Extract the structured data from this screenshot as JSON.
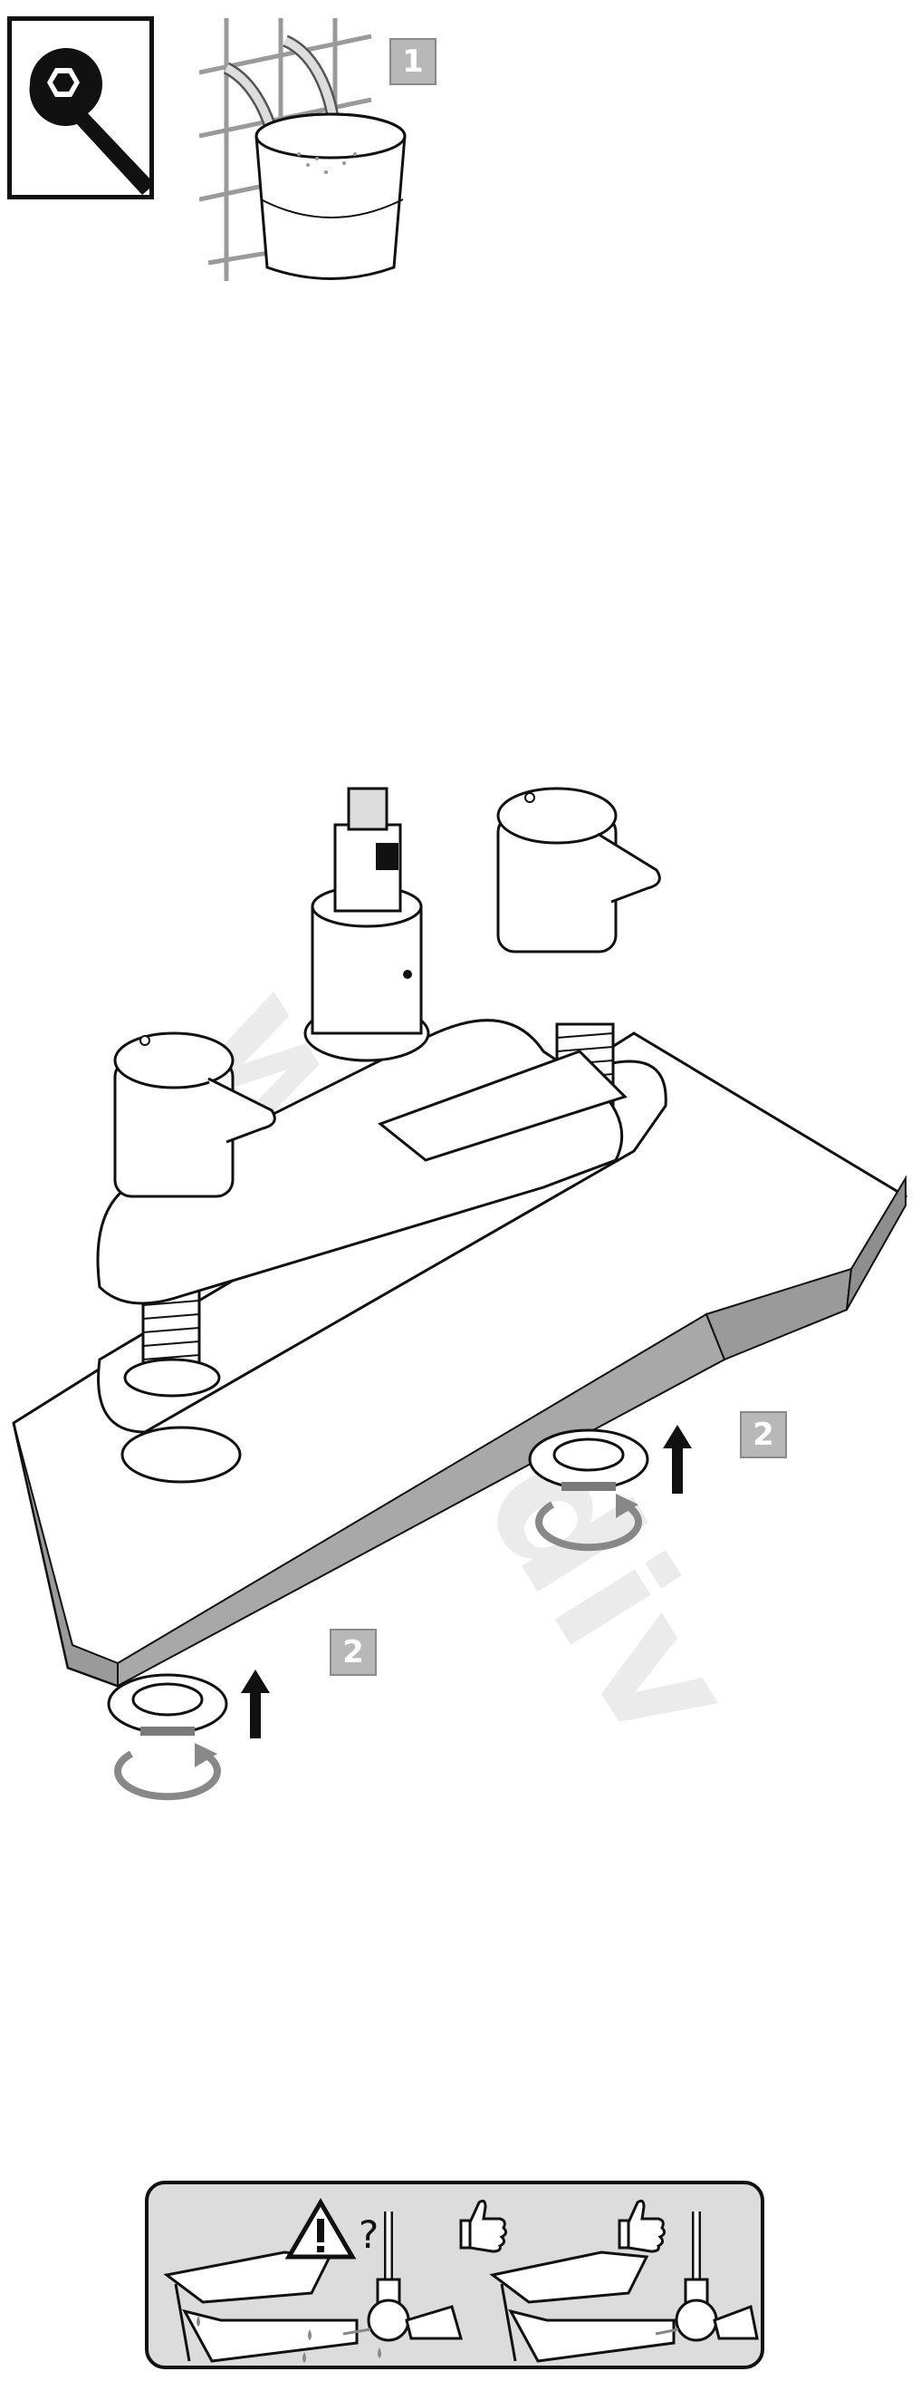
{
  "steps": {
    "step1": "1",
    "step2a": "2",
    "step2b": "2"
  },
  "watermark": "www.div",
  "panel": {
    "question_mark": "?"
  },
  "icons": [
    "wrench-icon",
    "bucket-flush-icon",
    "faucet-assembly-illustration",
    "rotate-arrow-icon",
    "up-arrow-icon",
    "warning-triangle-icon",
    "thumbs-up-icon"
  ],
  "colors": {
    "badge": "#b8b8b8",
    "line": "#111111",
    "counter_edge": "#9a9a9a",
    "panel_bg": "#dcdcdc"
  }
}
